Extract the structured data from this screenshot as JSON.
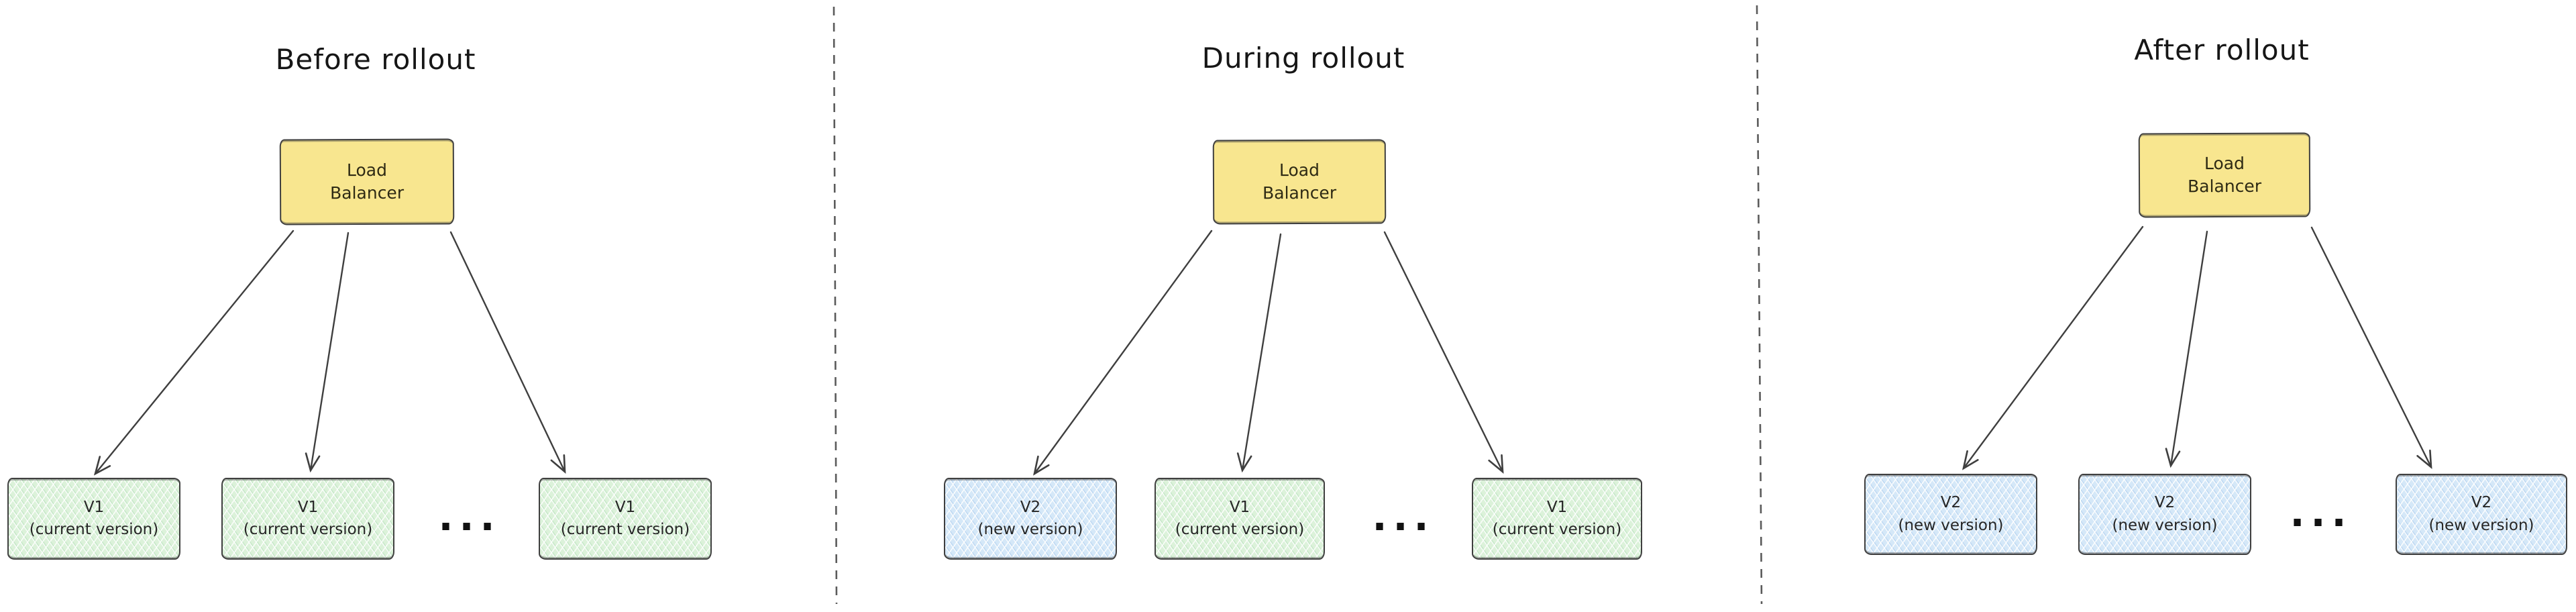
{
  "colors": {
    "stroke": "#3f3f3f",
    "text": "#262626",
    "lb_fill": "#f8e68f",
    "current_fill": "#dcf2da",
    "new_fill": "#d5e8f8",
    "divider": "#5b5b5b",
    "background": "#ffffff"
  },
  "diagram_type": "rolling-deployment-architecture",
  "panels": [
    {
      "title": "Before rollout",
      "load_balancer": {
        "line1": "Load",
        "line2": "Balancer"
      },
      "ellipsis": "...",
      "servers": [
        {
          "name": "V1",
          "note": "(current version)",
          "status": "current"
        },
        {
          "name": "V1",
          "note": "(current version)",
          "status": "current"
        },
        {
          "name": "V1",
          "note": "(current version)",
          "status": "current"
        }
      ]
    },
    {
      "title": "During rollout",
      "load_balancer": {
        "line1": "Load",
        "line2": "Balancer"
      },
      "ellipsis": "...",
      "servers": [
        {
          "name": "V2",
          "note": "(new version)",
          "status": "new"
        },
        {
          "name": "V1",
          "note": "(current version)",
          "status": "current"
        },
        {
          "name": "V1",
          "note": "(current version)",
          "status": "current"
        }
      ]
    },
    {
      "title": "After rollout",
      "load_balancer": {
        "line1": "Load",
        "line2": "Balancer"
      },
      "ellipsis": "...",
      "servers": [
        {
          "name": "V2",
          "note": "(new version)",
          "status": "new"
        },
        {
          "name": "V2",
          "note": "(new version)",
          "status": "new"
        },
        {
          "name": "V2",
          "note": "(new version)",
          "status": "new"
        }
      ]
    }
  ]
}
